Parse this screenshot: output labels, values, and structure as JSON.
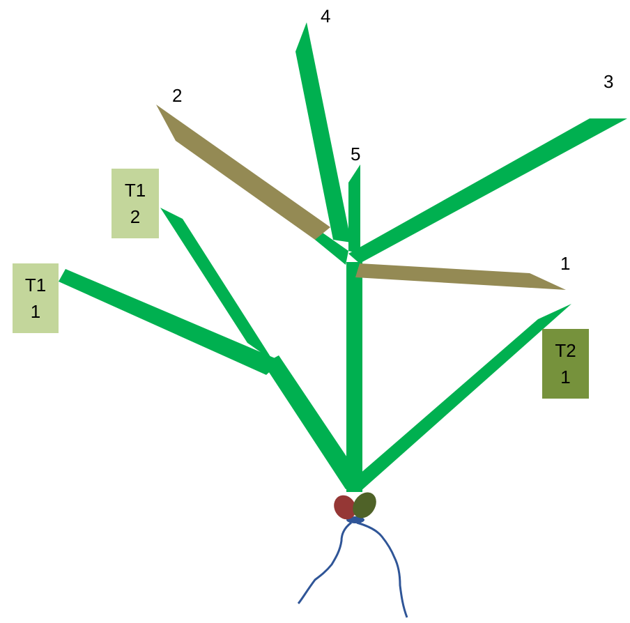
{
  "colors": {
    "green_leaf": "#00B050",
    "senescent_leaf": "#948A54",
    "tiller_t1_box": "#C3D69B",
    "tiller_t2_box": "#76923C",
    "seed_red": "#953735",
    "seed_green": "#4F6228",
    "root": "#2F5597"
  },
  "main_stem_leaves": {
    "leaf_1": "1",
    "leaf_2": "2",
    "leaf_3": "3",
    "leaf_4": "4",
    "leaf_5": "5"
  },
  "tillers": {
    "t1_leaf_1": {
      "line1": "T1",
      "line2": "1"
    },
    "t1_leaf_2": {
      "line1": "T1",
      "line2": "2"
    },
    "t2_leaf_1": {
      "line1": "T2",
      "line2": "1"
    }
  }
}
